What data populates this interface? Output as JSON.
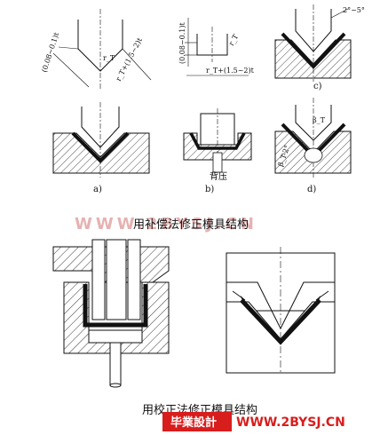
{
  "figure1": {
    "caption": "用补偿法修正模具结构",
    "sub_labels": {
      "a": "a)",
      "b": "b)",
      "c": "c)",
      "d": "d)"
    },
    "dims": {
      "a_clear": "(0.08~0.1)t",
      "a_rt": "r_T",
      "a_rt_plus": "r_T+(1.5~2)t",
      "b_clear": "(0.08~0.1)t",
      "b_rt": "r_T",
      "b_rt_plus": "r_T+(1.5~2)t",
      "c_angle": "2°~5°",
      "d_beta_t": "β_T",
      "d_beta_t2": "β_T-2°",
      "b_back": "背压"
    }
  },
  "figure2": {
    "caption": "用校正法修正模具结构"
  },
  "watermark": {
    "center": "WWW.2BYSJ.CN",
    "bottom_right": "WWW.2BYSJ.CN",
    "logo_text": "毕業設計"
  }
}
